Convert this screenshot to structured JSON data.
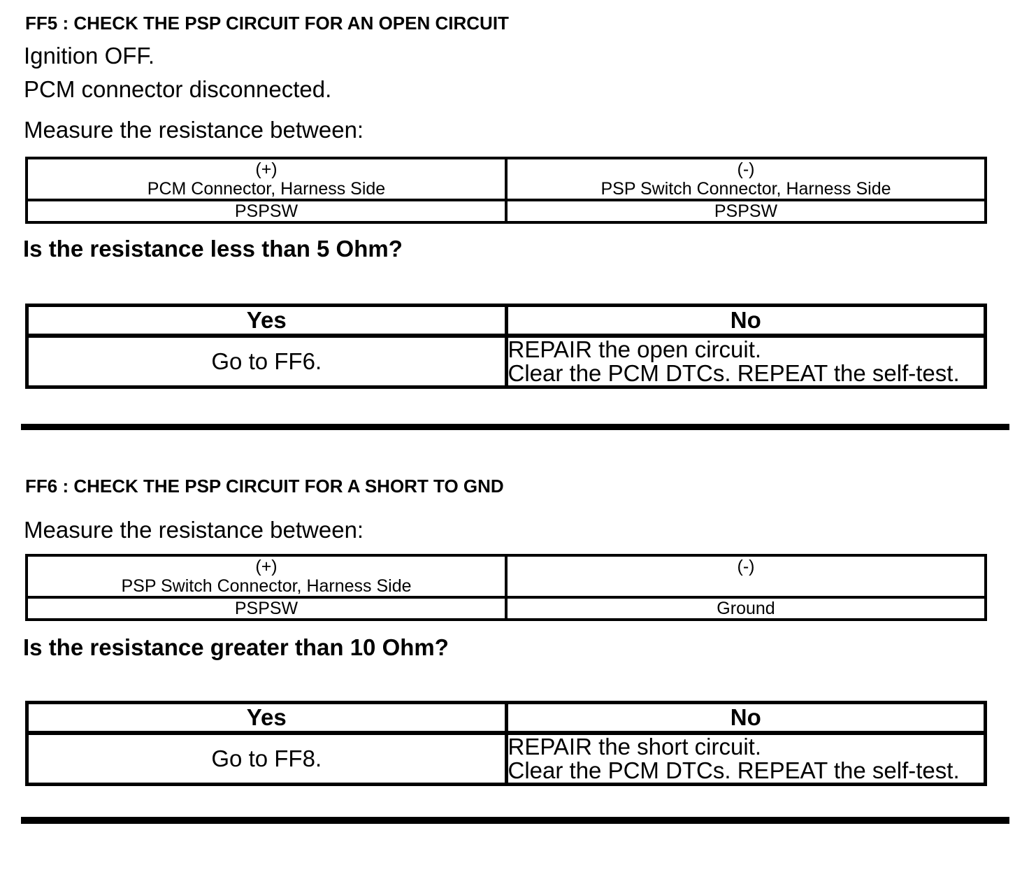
{
  "page": {
    "background": "#ffffff",
    "text_color": "#000000",
    "divider_color": "#000000"
  },
  "steps": [
    {
      "id": "FF5",
      "title": "FF5 : CHECK THE PSP CIRCUIT FOR AN OPEN CIRCUIT",
      "instructions": [
        "Ignition OFF.",
        "PCM connector disconnected.",
        "Measure the resistance between:"
      ],
      "measurement": {
        "positive": {
          "polarity": "(+)",
          "connector": "PCM Connector, Harness Side",
          "pin": "PSPSW"
        },
        "negative": {
          "polarity": "(-)",
          "connector": "PSP Switch Connector, Harness Side",
          "pin": "PSPSW"
        }
      },
      "question": "Is the resistance less than 5 Ohm?",
      "result": {
        "yes_label": "Yes",
        "no_label": "No",
        "yes_action": "Go to FF6.",
        "no_action_lines": [
          "REPAIR the open circuit.",
          "Clear the PCM DTCs. REPEAT the self-test."
        ]
      }
    },
    {
      "id": "FF6",
      "title": "FF6 : CHECK THE PSP CIRCUIT FOR A SHORT TO GND",
      "instructions": [
        "Measure the resistance between:"
      ],
      "measurement": {
        "positive": {
          "polarity": "(+)",
          "connector": "PSP Switch Connector, Harness Side",
          "pin": "PSPSW"
        },
        "negative": {
          "polarity": "(-)",
          "connector": "",
          "pin": "Ground"
        }
      },
      "question": "Is the resistance greater than 10 Ohm?",
      "result": {
        "yes_label": "Yes",
        "no_label": "No",
        "yes_action": "Go to FF8.",
        "no_action_lines": [
          "REPAIR the short circuit.",
          "Clear the PCM DTCs. REPEAT the self-test."
        ]
      }
    }
  ]
}
